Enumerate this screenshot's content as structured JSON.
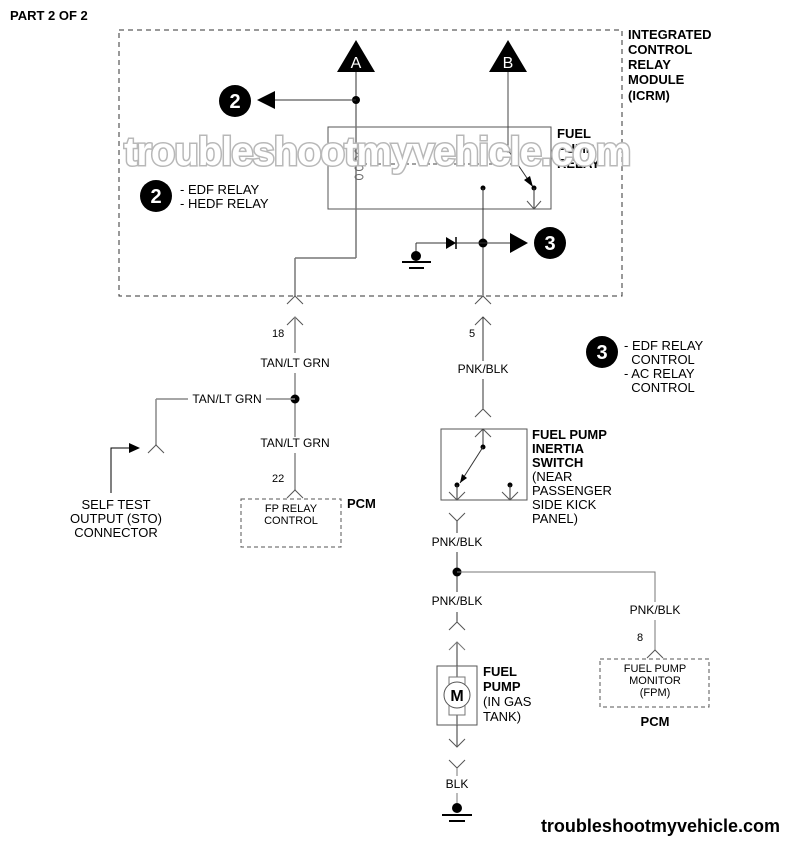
{
  "header": {
    "part_label": "PART 2 OF 2"
  },
  "watermark": "troubleshootmyvehicle.com",
  "footer": {
    "site": "troubleshootmyvehicle.com"
  },
  "module": {
    "title_lines": [
      "INTEGRATED",
      "CONTROL",
      "RELAY",
      "MODULE",
      "(ICRM)"
    ]
  },
  "relay": {
    "label_lines": [
      "FUEL",
      "PUMP",
      "RELAY"
    ]
  },
  "terminals": {
    "a": "A",
    "b": "B"
  },
  "callouts": {
    "two": {
      "number": "2",
      "lines": [
        "- EDF RELAY",
        "- HEDF RELAY"
      ]
    },
    "three": {
      "number": "3",
      "lines": [
        "- EDF RELAY",
        "  CONTROL",
        "- AC RELAY",
        "  CONTROL"
      ]
    }
  },
  "wires": {
    "pin18": "18",
    "pin5": "5",
    "pin22": "22",
    "pin8": "8",
    "tan_upper": "TAN/LT GRN",
    "tan_branch": "TAN/LT GRN",
    "tan_lower": "TAN/LT GRN",
    "pnk_upper": "PNK/BLK",
    "pnk_mid": "PNK/BLK",
    "pnk_lower": "PNK/BLK",
    "pnk_fpm": "PNK/BLK",
    "blk": "BLK"
  },
  "sto": {
    "lines": [
      "SELF TEST",
      "OUTPUT (STO)",
      "CONNECTOR"
    ]
  },
  "pcm_fp": {
    "lines": [
      "FP RELAY",
      "CONTROL"
    ],
    "pcm": "PCM"
  },
  "pcm_fpm": {
    "lines": [
      "FUEL PUMP",
      "MONITOR",
      "(FPM)"
    ],
    "pcm": "PCM"
  },
  "inertia": {
    "title_lines": [
      "FUEL PUMP",
      "INERTIA",
      "SWITCH"
    ],
    "note_lines": [
      "(NEAR",
      "PASSENGER",
      "SIDE KICK",
      "PANEL)"
    ]
  },
  "pump": {
    "symbol": "M",
    "title_lines": [
      "FUEL",
      "PUMP"
    ],
    "note_lines": [
      "(IN GAS",
      "TANK)"
    ]
  }
}
